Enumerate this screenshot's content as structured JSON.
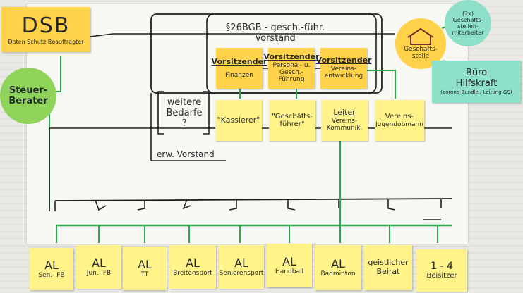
{
  "dsb": {
    "title": "DSB",
    "subtitle": "Daten Schutz Beauftragter"
  },
  "steuerberater": {
    "line1": "Steuer-",
    "line2": "Berater"
  },
  "vorstand": {
    "line1": "§26BGB - gesch.-führ.",
    "line2": "Vorstand"
  },
  "board_notes": [
    {
      "line1": "Vorsitzender",
      "line2": "Finanzen"
    },
    {
      "line1": "Vorsitzender",
      "line2": "Personal- u. Gesch.-Führung"
    },
    {
      "line1": "Vorsitzender",
      "line2": "Vereins-entwicklung"
    }
  ],
  "weitere": {
    "line1": "weitere",
    "line2": "Bedarfe ?"
  },
  "erw_vorstand": "erw. Vorstand",
  "middle_notes": [
    {
      "line1": "\"Kassierer\"",
      "line2": ""
    },
    {
      "line1": "\"Geschäfts-",
      "line2": "führer\""
    },
    {
      "line1": "Leiter",
      "line2": "Vereins-Kommunik."
    },
    {
      "line1": "Vereins-",
      "line2": "Jugendobmann"
    }
  ],
  "geschaeftsstelle": {
    "line1": "Geschäfts-",
    "line2": "stelle"
  },
  "mitarbeiter": {
    "count": "(2x)",
    "line1": "Geschäfts-",
    "line2": "stellen-",
    "line3": "mitarbeiter"
  },
  "buero": {
    "line1": "Büro",
    "line2": "Hilfskraft",
    "line3": "(corona-Bundle / Leitung GS)"
  },
  "bottom_notes": [
    {
      "line1": "AL",
      "line2": "Sen.- FB"
    },
    {
      "line1": "AL",
      "line2": "Jun.- FB"
    },
    {
      "line1": "AL",
      "line2": "TT"
    },
    {
      "line1": "AL",
      "line2": "Breitensport"
    },
    {
      "line1": "AL",
      "line2": "Seniorensport"
    },
    {
      "line1": "AL",
      "line2": "Handball"
    },
    {
      "line1": "AL",
      "line2": "Badminton"
    },
    {
      "line1": "geistlicher",
      "line2": "Beirat"
    },
    {
      "line1": "1 - 4",
      "line2": "Beisitzer"
    }
  ],
  "colors": {
    "note_yellow": "#fff27a",
    "note_orange": "#ffd24a",
    "mint": "#8fe0c8",
    "green_line": "#2aa84a"
  }
}
